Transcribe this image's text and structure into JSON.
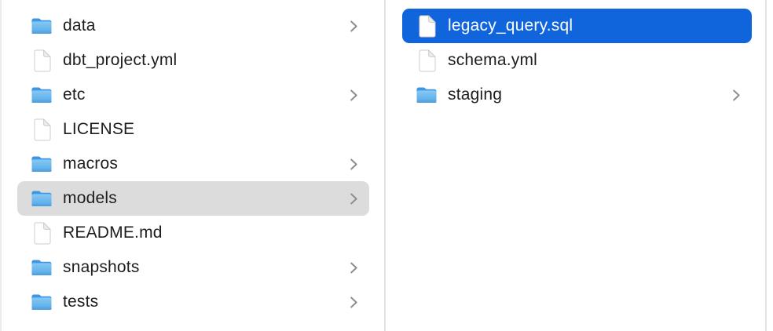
{
  "app": "finder-column-view",
  "columns": [
    {
      "name": "parent-folder-listing",
      "items": [
        {
          "label": "data",
          "type": "folder",
          "chevron": true,
          "selected": "none"
        },
        {
          "label": "dbt_project.yml",
          "type": "file",
          "chevron": false,
          "selected": "none"
        },
        {
          "label": "etc",
          "type": "folder",
          "chevron": true,
          "selected": "none"
        },
        {
          "label": "LICENSE",
          "type": "file",
          "chevron": false,
          "selected": "none"
        },
        {
          "label": "macros",
          "type": "folder",
          "chevron": true,
          "selected": "none"
        },
        {
          "label": "models",
          "type": "folder",
          "chevron": true,
          "selected": "secondary"
        },
        {
          "label": "README.md",
          "type": "file",
          "chevron": false,
          "selected": "none"
        },
        {
          "label": "snapshots",
          "type": "folder",
          "chevron": true,
          "selected": "none"
        },
        {
          "label": "tests",
          "type": "folder",
          "chevron": true,
          "selected": "none"
        }
      ]
    },
    {
      "name": "child-folder-listing",
      "items": [
        {
          "label": "legacy_query.sql",
          "type": "file",
          "chevron": false,
          "selected": "primary"
        },
        {
          "label": "schema.yml",
          "type": "file",
          "chevron": false,
          "selected": "none"
        },
        {
          "label": "staging",
          "type": "folder",
          "chevron": true,
          "selected": "none"
        }
      ]
    }
  ],
  "colors": {
    "selection_blue": "#1065dc",
    "selection_gray": "#dcdcdc",
    "divider": "#e3e3e3",
    "text": "#1d1d1f",
    "selected_text": "#ffffff",
    "chevron": "#8e8e8e"
  }
}
